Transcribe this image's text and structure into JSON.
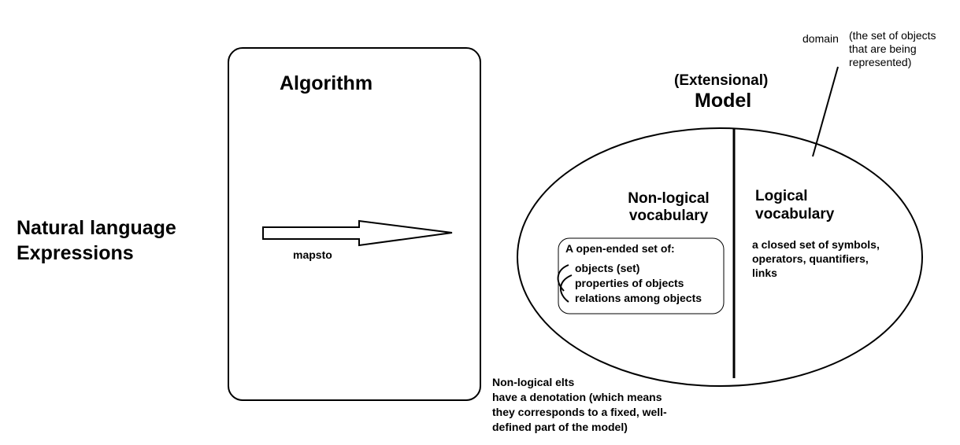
{
  "natural_language": {
    "line1": "Natural language",
    "line2": "Expressions"
  },
  "algorithm": {
    "title": "Algorithm",
    "arrow_label": "mapsto"
  },
  "model": {
    "line1": "(Extensional)",
    "line2": "Model"
  },
  "domain": {
    "label": "domain",
    "desc1": "(the set of objects",
    "desc2": "that are being",
    "desc3": "represented)"
  },
  "nonlogical": {
    "title1": "Non-logical",
    "title2": "vocabulary",
    "box_heading": "A open-ended set of:",
    "items": [
      "objects  (set)",
      "properties of objects",
      "relations among objects"
    ]
  },
  "logical": {
    "title1": "Logical",
    "title2": "vocabulary",
    "desc1": "a closed set of symbols,",
    "desc2": "operators, quantifiers,",
    "desc3": "links"
  },
  "note": {
    "line1": "Non-logical elts",
    "line2": "have a denotation (which means",
    "line3": "they corresponds to a fixed, well-",
    "line4": "defined part of the model)"
  }
}
